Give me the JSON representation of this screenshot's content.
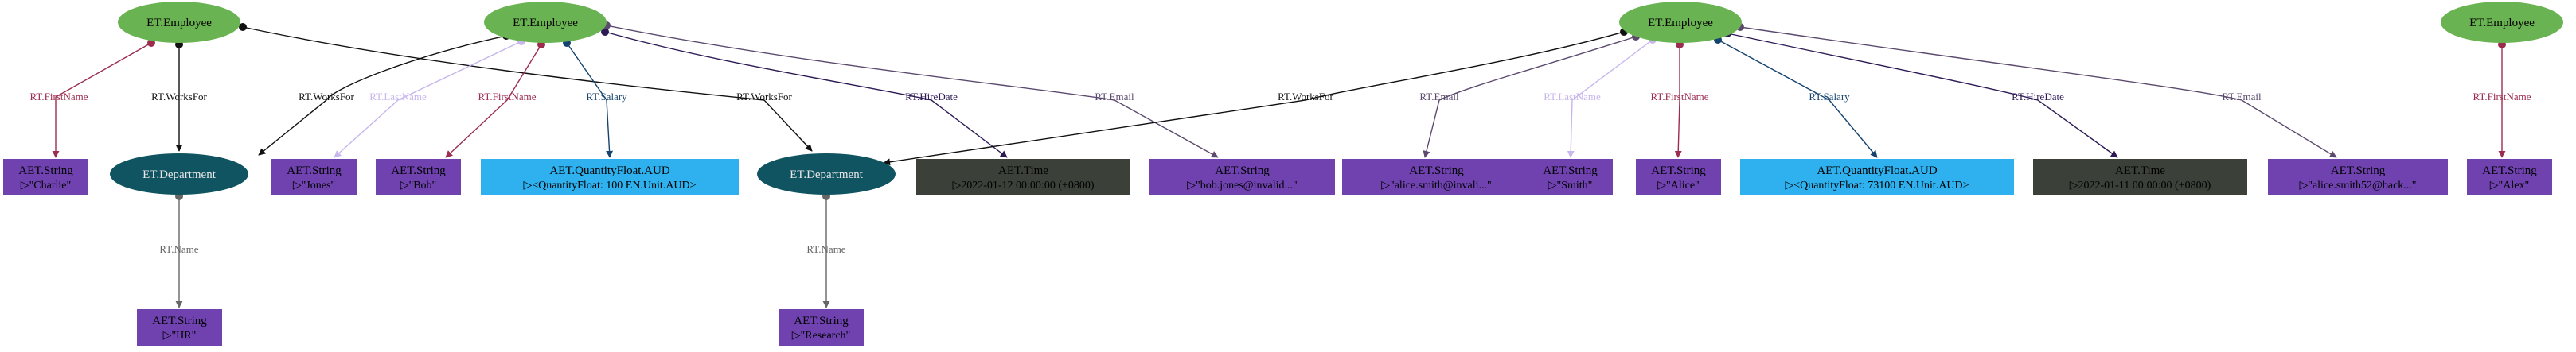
{
  "colors": {
    "employee": "#6ab352",
    "department": "#0f5460",
    "string": "#6f42b0",
    "quantity": "#2eb1ee",
    "time": "#3b4038",
    "first_name": "#9c2d4f",
    "works_for": "#111111",
    "last_name": "#c8b6ee",
    "salary": "#14436e",
    "hire_date": "#2d1a55",
    "email": "#5b4a6e",
    "name": "#666666"
  },
  "entities": {
    "e1": {
      "label": "ET.Employee"
    },
    "e2": {
      "label": "ET.Employee"
    },
    "e3": {
      "label": "ET.Employee"
    },
    "e4": {
      "label": "ET.Employee"
    },
    "d1": {
      "label": "ET.Department"
    },
    "d2": {
      "label": "ET.Department"
    }
  },
  "attributes": {
    "s_charlie": {
      "type": "AET.String",
      "value": "▷\"Charlie\""
    },
    "s_jones": {
      "type": "AET.String",
      "value": "▷\"Jones\""
    },
    "s_bob": {
      "type": "AET.String",
      "value": "▷\"Bob\""
    },
    "q_bob": {
      "type": "AET.QuantityFloat.AUD",
      "value": "▷<QuantityFloat: 100 EN.Unit.AUD>"
    },
    "t_bob": {
      "type": "AET.Time",
      "value": "▷2022-01-12 00:00:00 (+0800)"
    },
    "s_bobmail": {
      "type": "AET.String",
      "value": "▷\"bob.jones@invalid...\""
    },
    "s_alicemail1": {
      "type": "AET.String",
      "value": "▷\"alice.smith@invali...\""
    },
    "s_smith": {
      "type": "AET.String",
      "value": "▷\"Smith\""
    },
    "s_alice": {
      "type": "AET.String",
      "value": "▷\"Alice\""
    },
    "q_alice": {
      "type": "AET.QuantityFloat.AUD",
      "value": "▷<QuantityFloat: 73100 EN.Unit.AUD>"
    },
    "t_alice": {
      "type": "AET.Time",
      "value": "▷2022-01-11 00:00:00 (+0800)"
    },
    "s_alicemail2": {
      "type": "AET.String",
      "value": "▷\"alice.smith52@back...\""
    },
    "s_alex": {
      "type": "AET.String",
      "value": "▷\"Alex\""
    },
    "s_hr": {
      "type": "AET.String",
      "value": "▷\"HR\""
    },
    "s_research": {
      "type": "AET.String",
      "value": "▷\"Research\""
    }
  },
  "relations": {
    "first_name": "RT.FirstName",
    "works_for": "RT.WorksFor",
    "last_name": "RT.LastName",
    "salary": "RT.Salary",
    "hire_date": "RT.HireDate",
    "email": "RT.Email",
    "name": "RT.Name"
  }
}
